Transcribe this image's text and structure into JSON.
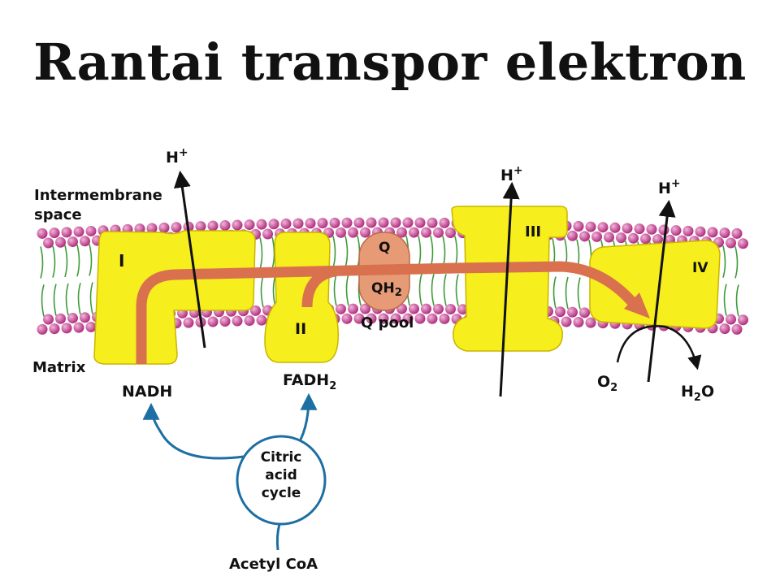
{
  "title": "Rantai transpor elektron",
  "labels": {
    "intermembrane_line1": "Intermembrane",
    "intermembrane_line2": "space",
    "matrix": "Matrix",
    "complex_1": "I",
    "complex_2": "II",
    "complex_3": "III",
    "complex_4": "IV",
    "q": "Q",
    "qh2_main": "QH",
    "qh2_sub": "2",
    "q_pool": "Q pool",
    "h_plus_main": "H",
    "h_plus_sup": "+",
    "nadh": "NADH",
    "fadh2_main": "FADH",
    "fadh2_sub": "2",
    "o2_main": "O",
    "o2_sub": "2",
    "h2o_h": "H",
    "h2o_sub": "2",
    "h2o_o": "O",
    "citric_line1": "Citric",
    "citric_line2": "acid",
    "citric_line3": "cycle",
    "acetyl_coa": "Acetyl CoA"
  },
  "colors": {
    "protein_yellow": "#f7ee1d",
    "protein_stroke": "#b9a800",
    "lipid_head": "#c2418f",
    "lipid_tail": "#3f9a3a",
    "electron_path": "#d9714e",
    "q_pool_fill": "#e69b76",
    "cycle_blue": "#1d6fa3"
  }
}
